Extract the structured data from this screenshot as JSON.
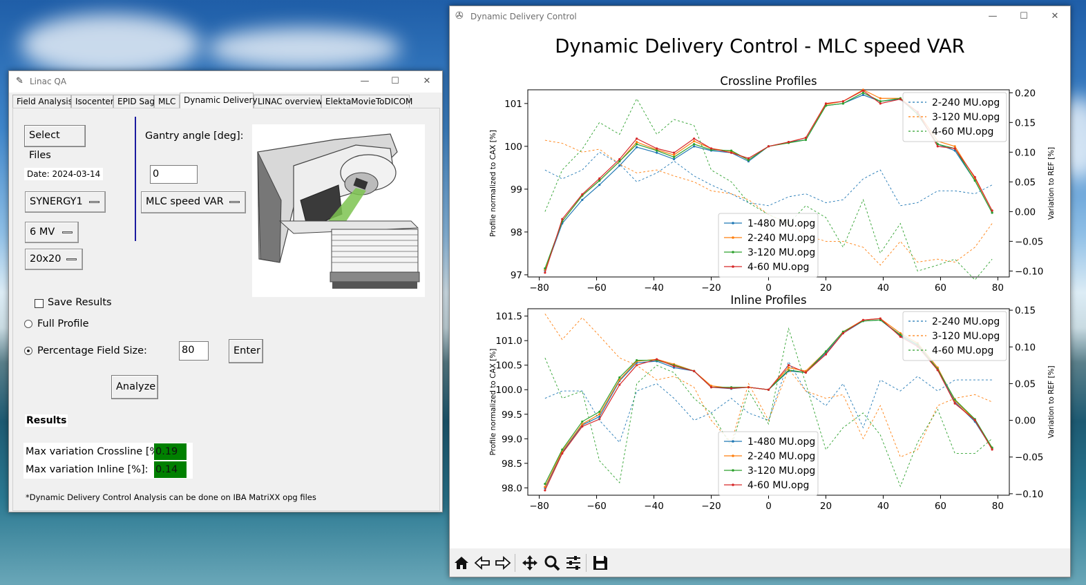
{
  "linac_window": {
    "title": "Linac QA",
    "tabs": [
      "Field Analysis",
      "Isocenter",
      "EPID Sag",
      "MLC",
      "Dynamic Delivery",
      "LINAC overview",
      "ElektaMovieToDICOM"
    ],
    "active_tab": "Dynamic Delivery",
    "select_files": "Select Files",
    "date": "Date: 2024-03-14",
    "machine": "SYNERGY1",
    "energy": "6 MV",
    "field_size": "20x20",
    "gantry_label": "Gantry angle [deg]:",
    "gantry_value": "0",
    "test_mode": "MLC speed VAR",
    "save_results": "Save Results",
    "full_profile": "Full Profile",
    "percentage_field_size": "Percentage Field Size:",
    "percentage_value": "80",
    "enter": "Enter",
    "analyze": "Analyze",
    "results_title": "Results",
    "max_crossline_label": "Max variation Crossline [%]:",
    "max_crossline_value": "0.19",
    "max_inline_label": "Max variation Inline [%]:",
    "max_inline_value": "0.14",
    "footnote": "*Dynamic Delivery Control Analysis can be done on IBA MatriXX opg files",
    "pass_color": "#008000"
  },
  "plot_window": {
    "title": "Dynamic Delivery Control",
    "suptitle": "Dynamic Delivery Control - MLC speed VAR",
    "toolbar": [
      "home-icon",
      "back-icon",
      "forward-icon",
      "pan-icon",
      "zoom-icon",
      "configure-icon",
      "save-icon"
    ]
  },
  "chart_data": [
    {
      "type": "line",
      "title": "Crossline Profiles",
      "ylabel": "Profile normalized to CAX [%]",
      "ylabel_right": "Variation to REF [%]",
      "xlim": [
        -84,
        84
      ],
      "ylim": [
        96.95,
        101.32
      ],
      "ylim_right": [
        -0.11,
        0.205
      ],
      "xticks": [
        -80,
        -60,
        -40,
        -20,
        0,
        20,
        40,
        60,
        80
      ],
      "xtick_labels": [
        "−80",
        "−60",
        "−40",
        "−20",
        "0",
        "20",
        "40",
        "60",
        "80"
      ],
      "yticks": [
        97,
        98,
        99,
        100,
        101
      ],
      "yticks_right": [
        -0.1,
        -0.05,
        0.0,
        0.05,
        0.1,
        0.15,
        0.2
      ],
      "yticks_right_labels": [
        "−0.10",
        "−0.05",
        "0.00",
        "0.05",
        "0.10",
        "0.15",
        "0.20"
      ],
      "x": [
        -78,
        -72,
        -65,
        -59,
        -52,
        -46,
        -39,
        -33,
        -26,
        -20,
        -13,
        -7,
        0,
        7,
        13,
        20,
        26,
        33,
        39,
        46,
        52,
        59,
        65,
        72,
        78
      ],
      "series": [
        {
          "name": "1-480 MU.opg",
          "color": "#1f77b4",
          "axis": "left",
          "values": [
            97.1,
            98.2,
            98.75,
            99.1,
            99.55,
            99.98,
            99.85,
            99.7,
            100.0,
            99.9,
            99.85,
            99.65,
            100.0,
            100.1,
            100.15,
            100.95,
            101.0,
            101.2,
            101.05,
            101.1,
            100.75,
            100.05,
            99.9,
            99.2,
            98.45
          ]
        },
        {
          "name": "2-240 MU.opg",
          "color": "#ff7f0e",
          "axis": "left",
          "values": [
            97.12,
            98.25,
            98.85,
            99.2,
            99.65,
            100.1,
            99.92,
            99.8,
            100.12,
            99.95,
            99.88,
            99.68,
            100.0,
            100.1,
            100.2,
            100.98,
            101.05,
            101.32,
            101.12,
            101.12,
            100.8,
            100.12,
            100.0,
            99.25,
            98.5
          ]
        },
        {
          "name": "3-120 MU.opg",
          "color": "#2ca02c",
          "axis": "left",
          "values": [
            97.15,
            98.25,
            98.85,
            99.2,
            99.65,
            100.05,
            99.9,
            99.75,
            100.05,
            99.92,
            99.9,
            99.68,
            100.0,
            100.08,
            100.15,
            100.95,
            101.0,
            101.25,
            101.05,
            101.12,
            100.75,
            100.05,
            99.95,
            99.2,
            98.45
          ]
        },
        {
          "name": "4-60 MU.opg",
          "color": "#d62728",
          "axis": "left",
          "values": [
            97.05,
            98.3,
            98.88,
            99.25,
            99.7,
            100.18,
            99.95,
            99.85,
            100.18,
            99.95,
            99.85,
            99.72,
            100.0,
            100.1,
            100.2,
            101.0,
            101.05,
            101.3,
            101.0,
            101.1,
            100.8,
            100.0,
            99.95,
            99.28,
            98.5
          ]
        },
        {
          "name": "2-240 MU.opg",
          "color": "#1f77b4",
          "axis": "right",
          "dashed": true,
          "values": [
            0.07,
            0.055,
            0.07,
            0.1,
            0.08,
            0.05,
            0.065,
            0.085,
            0.06,
            0.045,
            0.03,
            0.015,
            0.01,
            0.025,
            0.03,
            0.015,
            0.02,
            0.055,
            0.07,
            0.01,
            0.015,
            0.035,
            0.035,
            0.03,
            0.045
          ]
        },
        {
          "name": "3-120 MU.opg",
          "color": "#ff7f0e",
          "axis": "right",
          "dashed": true,
          "values": [
            0.12,
            0.115,
            0.1,
            0.105,
            0.08,
            0.065,
            0.07,
            0.06,
            0.05,
            0.035,
            0.03,
            0.02,
            -0.005,
            -0.02,
            -0.04,
            -0.05,
            -0.05,
            -0.06,
            -0.09,
            -0.05,
            -0.085,
            -0.08,
            -0.085,
            -0.06,
            -0.02
          ]
        },
        {
          "name": "4-60 MU.opg",
          "color": "#2ca02c",
          "axis": "right",
          "dashed": true,
          "values": [
            0.0,
            0.07,
            0.105,
            0.15,
            0.13,
            0.19,
            0.13,
            0.155,
            0.145,
            0.07,
            0.05,
            0.015,
            -0.005,
            -0.02,
            0.01,
            -0.01,
            -0.06,
            0.02,
            -0.07,
            -0.02,
            -0.1,
            -0.09,
            -0.08,
            -0.115,
            -0.08
          ]
        }
      ]
    },
    {
      "type": "line",
      "title": "Inline Profiles",
      "ylabel": "Profile normalized to CAX [%]",
      "ylabel_right": "Variation to REF [%]",
      "xlim": [
        -84,
        84
      ],
      "ylim": [
        97.85,
        101.65
      ],
      "ylim_right": [
        -0.102,
        0.152
      ],
      "xticks": [
        -80,
        -60,
        -40,
        -20,
        0,
        20,
        40,
        60,
        80
      ],
      "xtick_labels": [
        "−80",
        "−60",
        "−40",
        "−20",
        "0",
        "20",
        "40",
        "60",
        "80"
      ],
      "yticks": [
        98.0,
        98.5,
        99.0,
        99.5,
        100.0,
        100.5,
        101.0,
        101.5
      ],
      "yticks_right": [
        -0.1,
        -0.05,
        0.0,
        0.05,
        0.1,
        0.15
      ],
      "yticks_right_labels": [
        "−0.10",
        "−0.05",
        "0.00",
        "0.05",
        "0.10",
        "0.15"
      ],
      "x": [
        -78,
        -72,
        -65,
        -59,
        -52,
        -46,
        -39,
        -33,
        -26,
        -20,
        -13,
        -7,
        0,
        7,
        13,
        20,
        26,
        33,
        39,
        46,
        52,
        59,
        65,
        72,
        78
      ],
      "series": [
        {
          "name": "1-480 MU.opg",
          "color": "#1f77b4",
          "axis": "left",
          "values": [
            98.0,
            98.72,
            99.28,
            99.45,
            100.18,
            100.55,
            100.58,
            100.45,
            100.38,
            100.05,
            100.02,
            100.05,
            100.0,
            100.38,
            100.35,
            100.75,
            101.15,
            101.4,
            101.42,
            101.1,
            100.9,
            100.4,
            99.75,
            99.35,
            98.8
          ]
        },
        {
          "name": "2-240 MU.opg",
          "color": "#ff7f0e",
          "axis": "left",
          "values": [
            98.02,
            98.75,
            99.3,
            99.5,
            100.2,
            100.58,
            100.62,
            100.52,
            100.38,
            100.08,
            100.03,
            100.05,
            100.0,
            100.45,
            100.38,
            100.78,
            101.18,
            101.42,
            101.45,
            101.15,
            100.95,
            100.45,
            99.78,
            99.38,
            98.8
          ]
        },
        {
          "name": "3-120 MU.opg",
          "color": "#2ca02c",
          "axis": "left",
          "values": [
            98.08,
            98.78,
            99.35,
            99.55,
            100.25,
            100.6,
            100.6,
            100.5,
            100.38,
            100.05,
            100.05,
            100.05,
            100.0,
            100.4,
            100.35,
            100.78,
            101.18,
            101.4,
            101.42,
            101.12,
            100.92,
            100.42,
            99.8,
            99.4,
            98.82
          ]
        },
        {
          "name": "4-60 MU.opg",
          "color": "#d62728",
          "axis": "left",
          "values": [
            97.95,
            98.7,
            99.25,
            99.4,
            100.1,
            100.5,
            100.62,
            100.48,
            100.38,
            100.05,
            100.03,
            100.05,
            100.0,
            100.5,
            100.35,
            100.72,
            101.15,
            101.42,
            101.45,
            101.08,
            100.88,
            100.4,
            99.72,
            99.38,
            98.78
          ]
        },
        {
          "name": "2-240 MU.opg",
          "color": "#1f77b4",
          "axis": "right",
          "dashed": true,
          "values": [
            0.03,
            0.04,
            0.04,
            0.0,
            -0.03,
            0.04,
            0.05,
            0.03,
            0.0,
            0.01,
            0.03,
            0.01,
            0.0,
            0.08,
            0.04,
            0.02,
            0.05,
            -0.01,
            0.055,
            0.04,
            0.06,
            0.04,
            0.055,
            0.055,
            0.055
          ]
        },
        {
          "name": "3-120 MU.opg",
          "color": "#ff7f0e",
          "axis": "right",
          "dashed": true,
          "values": [
            0.145,
            0.11,
            0.14,
            0.115,
            0.085,
            0.075,
            0.055,
            0.06,
            0.045,
            0.0,
            -0.03,
            0.05,
            0.0,
            0.07,
            0.04,
            0.03,
            0.035,
            -0.025,
            0.02,
            -0.05,
            -0.04,
            0.02,
            0.03,
            0.035,
            0.025
          ]
        },
        {
          "name": "4-60 MU.opg",
          "color": "#2ca02c",
          "axis": "right",
          "dashed": true,
          "values": [
            0.085,
            0.03,
            0.04,
            -0.055,
            -0.085,
            0.05,
            0.075,
            0.065,
            0.03,
            0.01,
            -0.035,
            0.04,
            -0.005,
            0.125,
            0.05,
            -0.04,
            -0.01,
            0.01,
            -0.02,
            -0.09,
            -0.03,
            0.015,
            -0.045,
            -0.045,
            -0.025
          ]
        }
      ]
    }
  ]
}
